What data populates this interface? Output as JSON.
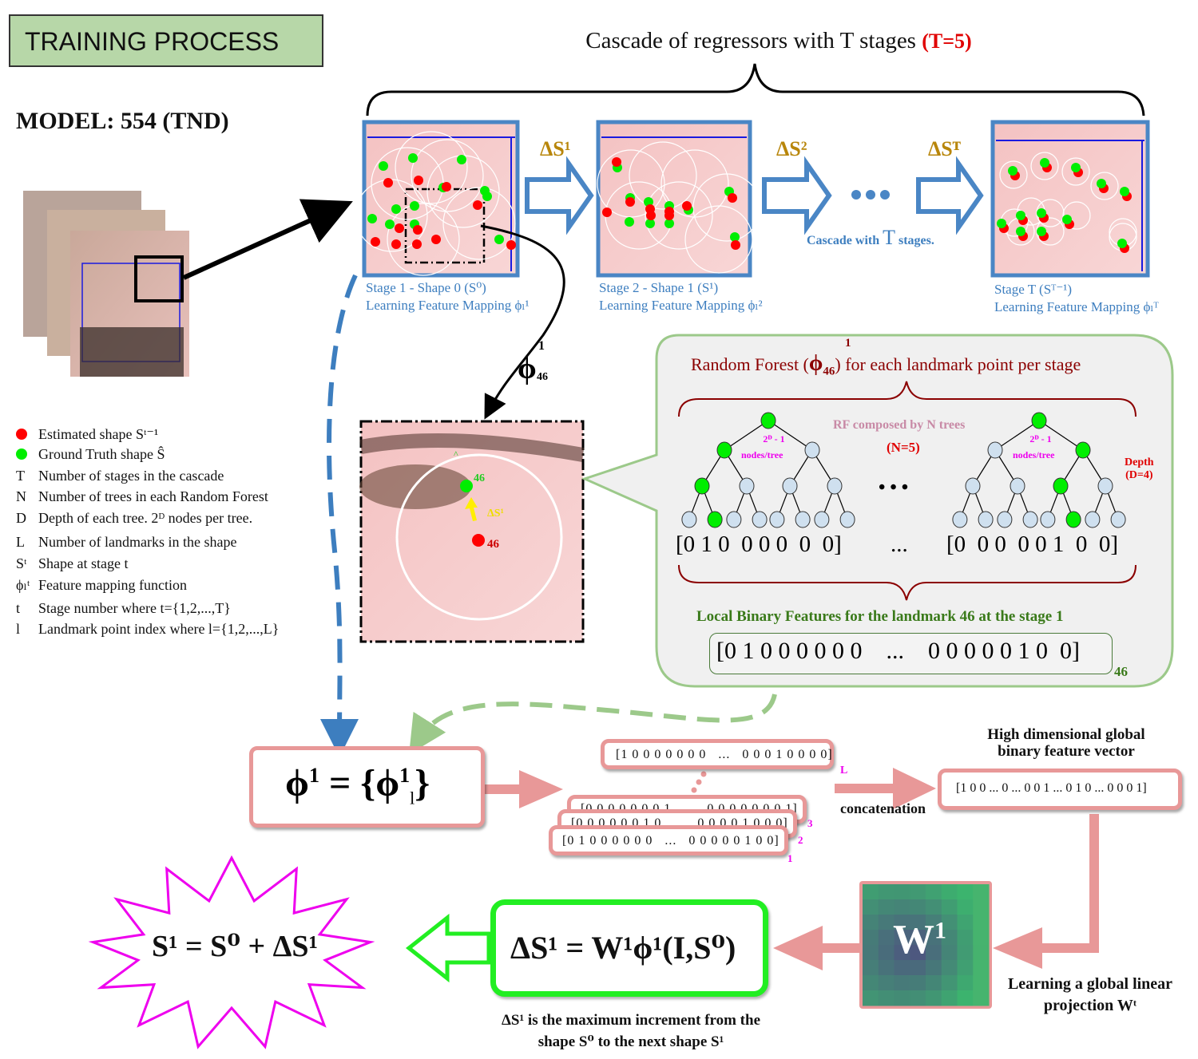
{
  "header": {
    "title": "TRAINING PROCESS",
    "model": "MODEL: 554 (TND)",
    "cascade_title": "Cascade of regressors with T stages",
    "cascade_param": "(T=5)"
  },
  "stages": [
    {
      "caption_line1": "Stage 1 - Shape 0 (S⁰)",
      "caption_line2": "Learning Feature Mapping ϕₗ¹"
    },
    {
      "caption_line1": "Stage 2 - Shape 1 (S¹)",
      "caption_line2": "Learning Feature Mapping ϕₗ²"
    },
    {
      "caption_line1": "Stage T (Sᵀ⁻¹)",
      "caption_line2": "Learning Feature Mapping ϕₗᵀ"
    }
  ],
  "deltas": [
    "ΔS¹",
    "ΔS²",
    "ΔSᵀ"
  ],
  "cascade_note": {
    "prefix": "Cascade with",
    "big": "T",
    "suffix": "stages."
  },
  "phi_arrow_label": {
    "base": "ϕ",
    "sup": "1",
    "sub": "46"
  },
  "zoom_patch": {
    "gt_label": "46",
    "est_label": "46",
    "hat": "^",
    "delta": "ΔS¹"
  },
  "legend": [
    {
      "symbol": "red-dot",
      "text": "Estimated shape Sᵗ⁻¹"
    },
    {
      "symbol": "green-dot",
      "text": "Ground Truth shape Ŝ"
    },
    {
      "symbol": "T",
      "text": "Number of stages in the cascade"
    },
    {
      "symbol": "N",
      "text": "Number of trees in each Random Forest"
    },
    {
      "symbol": "D",
      "text": "Depth of each tree. 2ᴰ nodes per tree."
    },
    {
      "symbol": "L",
      "text": "Number of landmarks in the shape"
    },
    {
      "symbol": "Sᵗ",
      "text": "Shape at stage t"
    },
    {
      "symbol": "ϕₗᵗ",
      "text": "Feature mapping function"
    },
    {
      "symbol": "t",
      "text": "Stage number where t={1,2,...,T}"
    },
    {
      "symbol": "l",
      "text": "Landmark point index where l={1,2,...,L}"
    }
  ],
  "random_forest": {
    "title_prefix": "Random Forest (",
    "title_phi": "ϕ",
    "title_sup": "1",
    "title_sub": "46",
    "title_suffix": ") for each landmark point per stage",
    "composed": "RF composed by N trees",
    "n_param": "(N=5)",
    "nodes_label_top": "2ᴰ - 1",
    "nodes_label_bottom": "nodes/tree",
    "depth_label": "Depth",
    "depth_param": "(D=4)",
    "ellipsis": "• • •",
    "tree1": {
      "active_path": [
        0,
        1,
        3,
        8
      ],
      "leaf_vector": "[0 1 0  0 0 0  0  0]"
    },
    "tree2": {
      "active_path": [
        0,
        2,
        5,
        12
      ],
      "leaf_vector": "[0  0 0  0 0 1  0  0]"
    },
    "vec_ellipsis": "...",
    "lbf_title": "Local Binary Features for the landmark 46 at the stage 1",
    "lbf_vector": "[0 1 0 0 0 0 0 0    ...    0 0 0 0 0 1 0  0]",
    "lbf_sub": "46"
  },
  "phi_set": {
    "lhs": "ϕ",
    "lhs_sup": "1",
    "eq": " = {",
    "rhs": "ϕ",
    "rhs_sup": "1",
    "rhs_sub": "l",
    "close": "}"
  },
  "stacked_vectors": [
    {
      "text": "[1 0 0 0 0 0 0 0   ...   0 0 0 1 0 0 0 0]",
      "index": "L"
    },
    {
      "text": "[0 0 0 0 0 0 0 1   ...   0 0 0 0 0 0 0 1]",
      "index": "3"
    },
    {
      "text": "[0 0 0 0 0 0 1 0   ...   0 0 0 0 1 0 0 0]",
      "index": "2"
    },
    {
      "text": "[0 1 0 0 0 0 0 0   ...   0 0 0 0 0 1 0 0]",
      "index": "1"
    }
  ],
  "concatenation_label": "concatenation",
  "global_vector": {
    "title_line1": "High dimensional global",
    "title_line2": "binary feature vector",
    "value": "[1 0 0 ... 0 ... 0 0 1 ... 0 1 0 ... 0 0 0 1]"
  },
  "projection": {
    "matrix_label": "W",
    "matrix_sup": "1",
    "caption_line1": "Learning a global linear",
    "caption_line2": "projection Wᵗ"
  },
  "delta_equation": {
    "text": "ΔS¹ = W¹ϕ¹(I,S⁰)",
    "caption_line1": "ΔS¹ is the maximum increment from the",
    "caption_line2": "shape S⁰ to the next shape S¹"
  },
  "final_equation": "S¹ = S⁰ + ΔS¹",
  "colors": {
    "stage_blue": "#3d7ebf",
    "delta_gold": "#b8860b",
    "estimated_red": "#ff0000",
    "ground_truth_green": "#00ee00",
    "rf_dark_red": "#8b0000",
    "lbf_green": "#3a7a1a",
    "pink": "#e89898",
    "magenta": "#ee00ee",
    "box_green": "#22ee22"
  }
}
